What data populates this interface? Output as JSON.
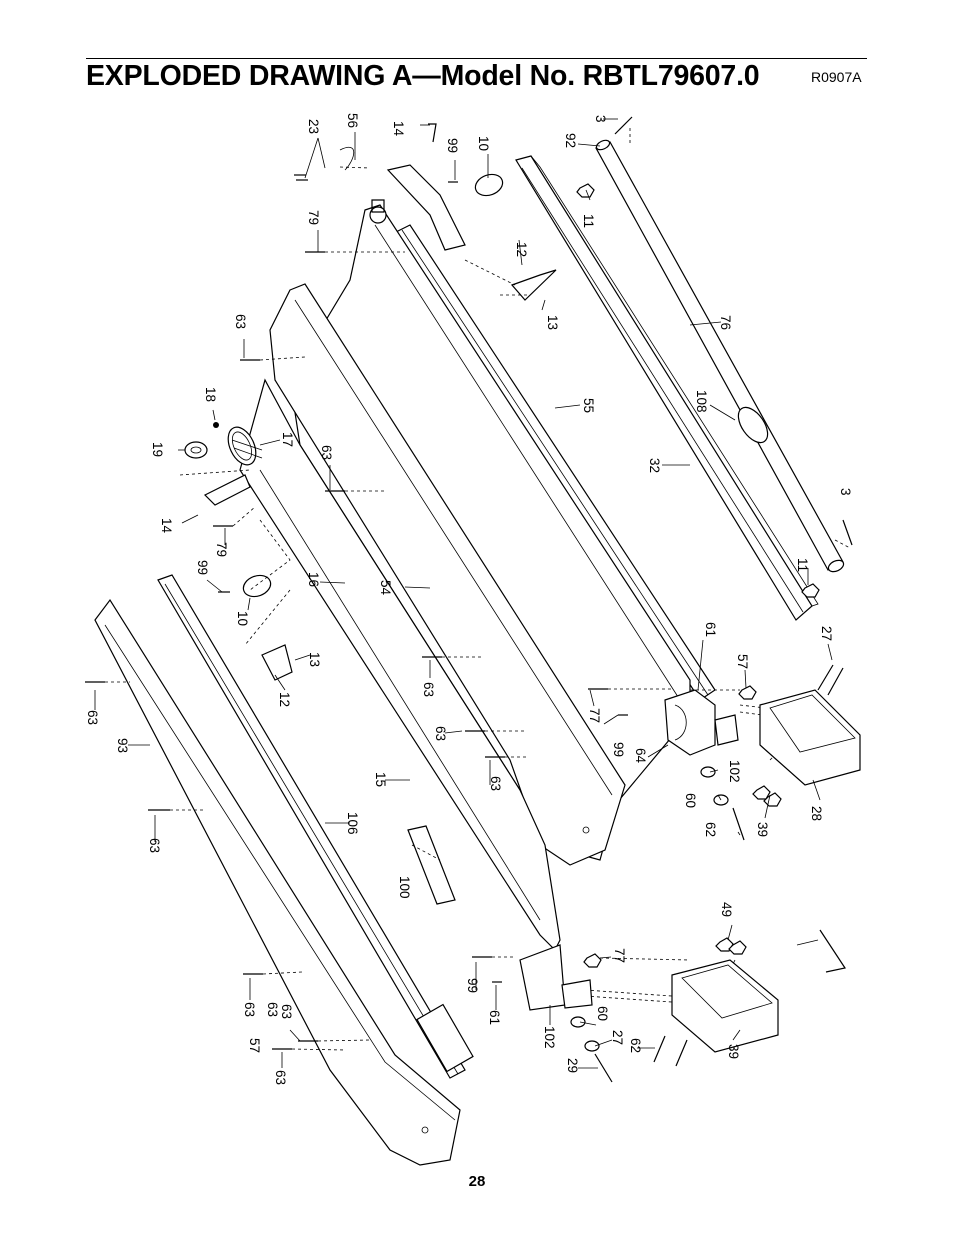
{
  "header": {
    "title": "EXPLODED DRAWING A—Model No. RBTL79607.0",
    "drawing_code": "R0907A"
  },
  "page_number": "28",
  "callouts": [
    "3",
    "92",
    "11",
    "76",
    "108",
    "32",
    "3",
    "11",
    "27",
    "57",
    "61",
    "99",
    "77",
    "64",
    "102",
    "60",
    "62",
    "39",
    "28",
    "55",
    "13",
    "12",
    "10",
    "99",
    "14",
    "56",
    "23",
    "79",
    "63",
    "18",
    "19",
    "17",
    "14",
    "79",
    "99",
    "10",
    "63",
    "16",
    "54",
    "13",
    "12",
    "63",
    "63",
    "63",
    "63",
    "15",
    "106",
    "100",
    "93",
    "63",
    "63",
    "63",
    "63",
    "63",
    "57",
    "77",
    "99",
    "61",
    "102",
    "60",
    "27",
    "62",
    "29",
    "39",
    "49"
  ]
}
